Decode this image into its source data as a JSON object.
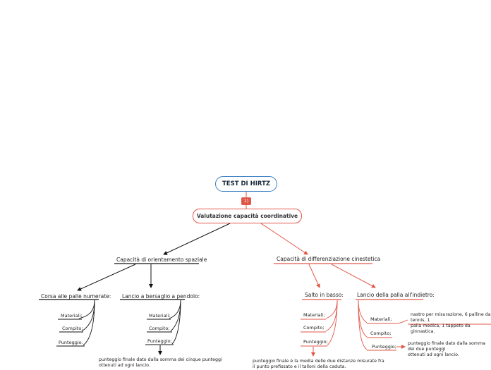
{
  "root": {
    "title": "TEST DI HIRTZ"
  },
  "badge": {
    "label": "1)"
  },
  "main": {
    "title": "Valutazione capacità coordinative"
  },
  "left": {
    "title": "Capacità di orientamento spaziale",
    "corsa": {
      "title": "Corsa alle palle numerate:",
      "materiali": "Materiali;",
      "compito": "Compito;",
      "punteggio": "Punteggio."
    },
    "lancio_bersaglio": {
      "title": "Lancio a bersaglio a pendolo:",
      "materiali": "Materiali;",
      "compito": "Compito;",
      "punteggio": "Punteggio;",
      "note_line1": "punteggio finale dato dalla somma dei cinque punteggi",
      "note_line2": "ottenuti ad ogni lancio."
    }
  },
  "right": {
    "title": "Capacità di differenziazione cinestetica",
    "salto": {
      "title": "Salto in basso:",
      "materiali": "Materiali;",
      "compito": "Compito;",
      "punteggio": "Punteggio;",
      "note_line1": "punteggio finale è la media delle due distanze misurate fra",
      "note_line2": "il punto prefissato e il talloni della caduta."
    },
    "lancio_palla": {
      "title": "Lancio della palla all'indietro:",
      "materiali": "Materiali;",
      "compito": "Compito;",
      "punteggio": "Punteggio;",
      "materiali_note_line1": "nastro per misurazione, 6 palline da tennis, 1",
      "materiali_note_line2": "palla medica, 1 tappeto da ginnastica.",
      "punteggio_note_line1": "punteggio finale dato dalla somma dei due punteggi",
      "punteggio_note_line2": "ottenuti ad ogni lancio."
    }
  },
  "colors": {
    "root_border": "#3b7fc4",
    "accent": "#e0574a",
    "dark_line": "#111111"
  }
}
